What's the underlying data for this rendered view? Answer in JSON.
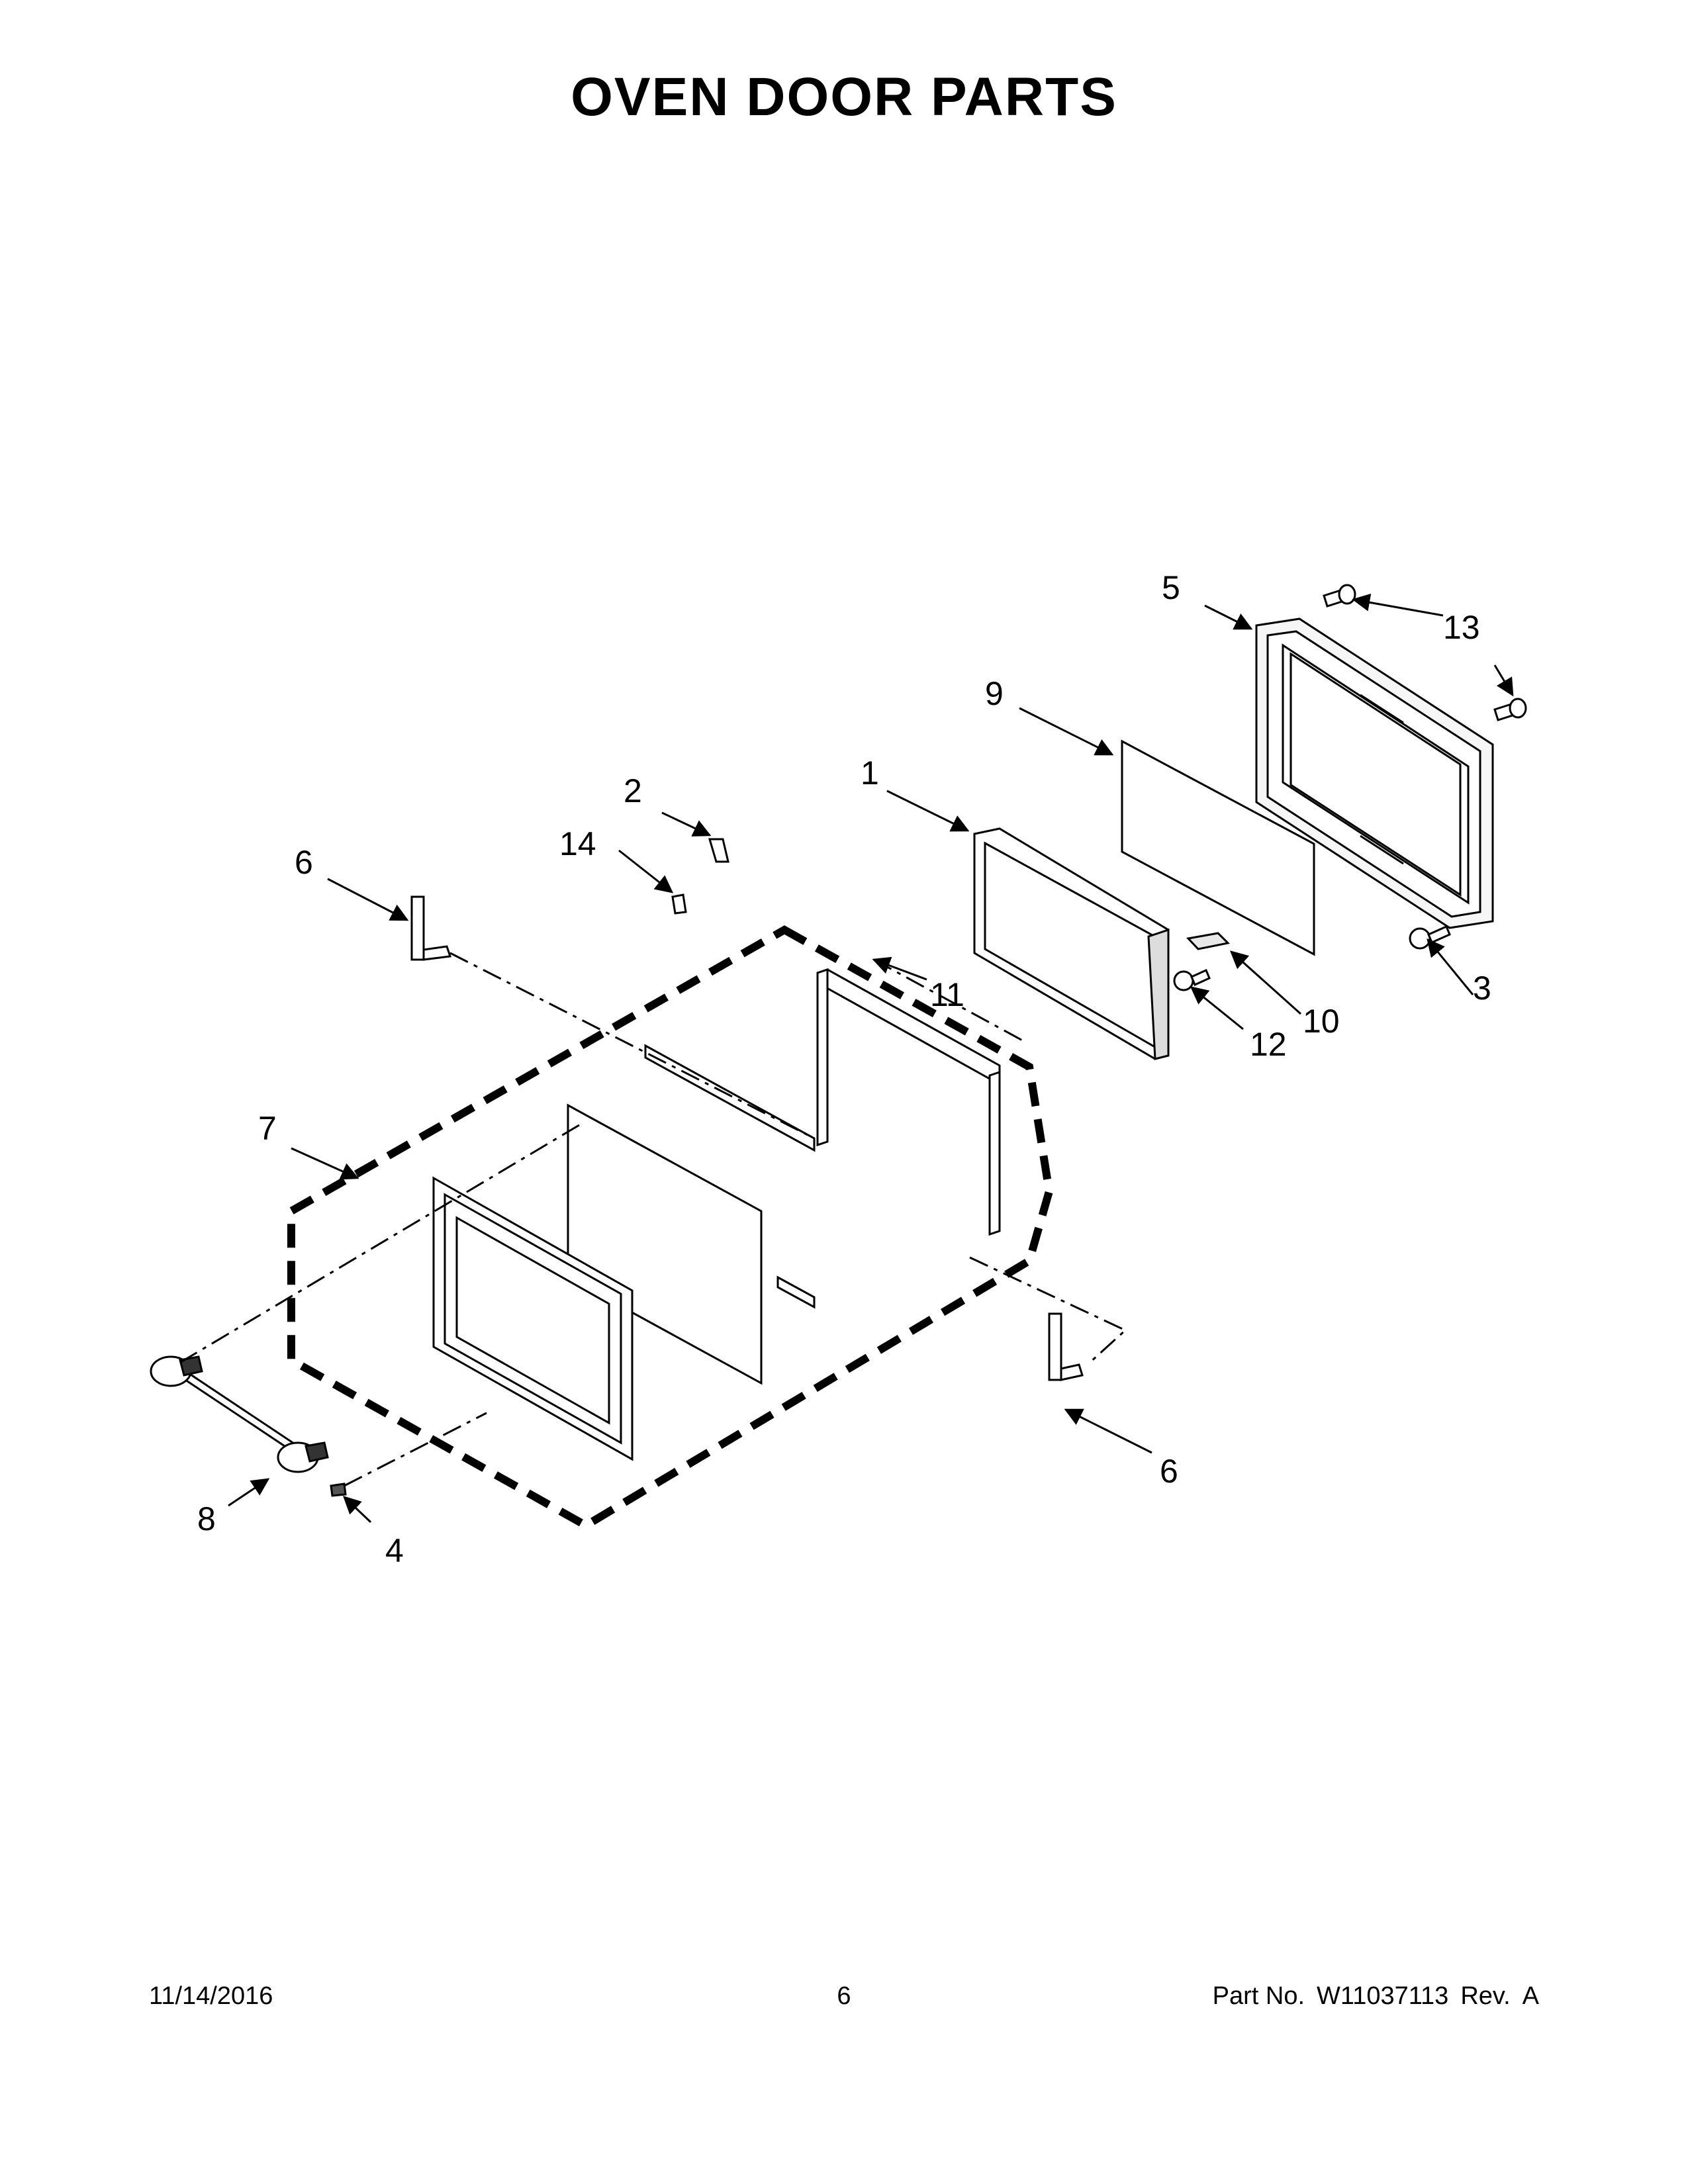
{
  "title": "OVEN DOOR PARTS",
  "callouts": {
    "c1": "1",
    "c2": "2",
    "c3": "3",
    "c4": "4",
    "c5": "5",
    "c6a": "6",
    "c6b": "6",
    "c7": "7",
    "c8": "8",
    "c9": "9",
    "c10": "10",
    "c11": "11",
    "c12": "12",
    "c13": "13",
    "c14": "14"
  },
  "footer": {
    "date": "11/14/2016",
    "page_number": "6",
    "part_label": "Part No.",
    "part_number": "W11037113",
    "rev_label": "Rev.",
    "rev": "A"
  }
}
